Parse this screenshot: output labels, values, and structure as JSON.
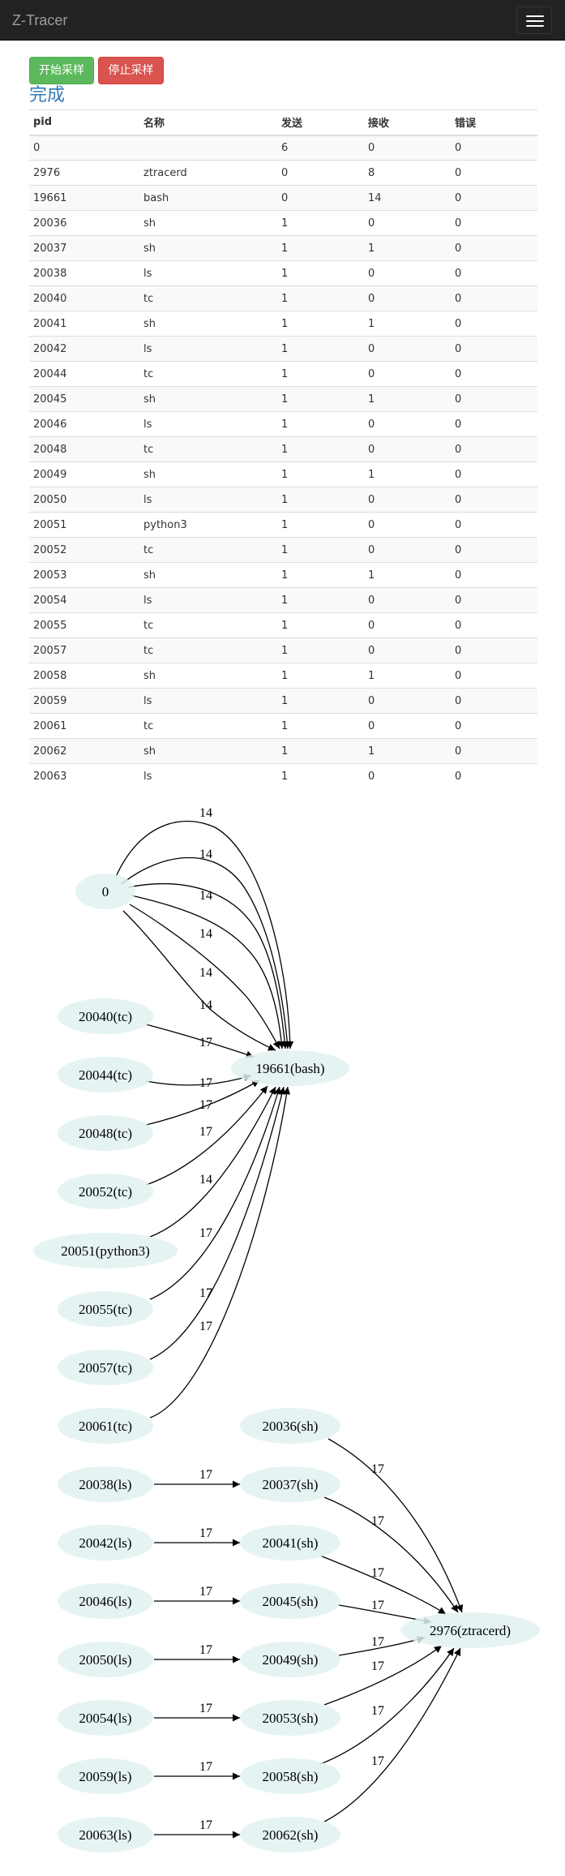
{
  "app": {
    "title": "Z-Tracer",
    "menu_icon": "hamburger-menu-icon"
  },
  "controls": {
    "start_label": "开始采样",
    "stop_label": "停止采样"
  },
  "status": {
    "text": "完成"
  },
  "table": {
    "headers": [
      "pid",
      "名称",
      "发送",
      "接收",
      "错误"
    ],
    "rows": [
      [
        "0",
        "",
        "6",
        "0",
        "0"
      ],
      [
        "2976",
        "ztracerd",
        "0",
        "8",
        "0"
      ],
      [
        "19661",
        "bash",
        "0",
        "14",
        "0"
      ],
      [
        "20036",
        "sh",
        "1",
        "0",
        "0"
      ],
      [
        "20037",
        "sh",
        "1",
        "1",
        "0"
      ],
      [
        "20038",
        "ls",
        "1",
        "0",
        "0"
      ],
      [
        "20040",
        "tc",
        "1",
        "0",
        "0"
      ],
      [
        "20041",
        "sh",
        "1",
        "1",
        "0"
      ],
      [
        "20042",
        "ls",
        "1",
        "0",
        "0"
      ],
      [
        "20044",
        "tc",
        "1",
        "0",
        "0"
      ],
      [
        "20045",
        "sh",
        "1",
        "1",
        "0"
      ],
      [
        "20046",
        "ls",
        "1",
        "0",
        "0"
      ],
      [
        "20048",
        "tc",
        "1",
        "0",
        "0"
      ],
      [
        "20049",
        "sh",
        "1",
        "1",
        "0"
      ],
      [
        "20050",
        "ls",
        "1",
        "0",
        "0"
      ],
      [
        "20051",
        "python3",
        "1",
        "0",
        "0"
      ],
      [
        "20052",
        "tc",
        "1",
        "0",
        "0"
      ],
      [
        "20053",
        "sh",
        "1",
        "1",
        "0"
      ],
      [
        "20054",
        "ls",
        "1",
        "0",
        "0"
      ],
      [
        "20055",
        "tc",
        "1",
        "0",
        "0"
      ],
      [
        "20057",
        "tc",
        "1",
        "0",
        "0"
      ],
      [
        "20058",
        "sh",
        "1",
        "1",
        "0"
      ],
      [
        "20059",
        "ls",
        "1",
        "0",
        "0"
      ],
      [
        "20061",
        "tc",
        "1",
        "0",
        "0"
      ],
      [
        "20062",
        "sh",
        "1",
        "1",
        "0"
      ],
      [
        "20063",
        "ls",
        "1",
        "0",
        "0"
      ]
    ]
  },
  "graph": {
    "nodes": [
      "0",
      "19661(bash)",
      "20040(tc)",
      "20044(tc)",
      "20048(tc)",
      "20052(tc)",
      "20051(python3)",
      "20055(tc)",
      "20057(tc)",
      "20061(tc)",
      "20036(sh)",
      "20038(ls)",
      "20037(sh)",
      "20042(ls)",
      "20041(sh)",
      "20046(ls)",
      "20045(sh)",
      "20050(ls)",
      "20049(sh)",
      "2976(ztracerd)",
      "20054(ls)",
      "20053(sh)",
      "20059(ls)",
      "20058(sh)",
      "20063(ls)",
      "20062(sh)"
    ],
    "edges": [
      {
        "from": "0",
        "to": "19661(bash)",
        "label": "14"
      },
      {
        "from": "0",
        "to": "19661(bash)",
        "label": "14"
      },
      {
        "from": "0",
        "to": "19661(bash)",
        "label": "14"
      },
      {
        "from": "0",
        "to": "19661(bash)",
        "label": "14"
      },
      {
        "from": "0",
        "to": "19661(bash)",
        "label": "14"
      },
      {
        "from": "0",
        "to": "19661(bash)",
        "label": "14"
      },
      {
        "from": "20040(tc)",
        "to": "19661(bash)",
        "label": "17"
      },
      {
        "from": "20044(tc)",
        "to": "19661(bash)",
        "label": "17"
      },
      {
        "from": "20048(tc)",
        "to": "19661(bash)",
        "label": "17"
      },
      {
        "from": "20052(tc)",
        "to": "19661(bash)",
        "label": "17"
      },
      {
        "from": "20051(python3)",
        "to": "19661(bash)",
        "label": "14"
      },
      {
        "from": "20055(tc)",
        "to": "19661(bash)",
        "label": "17"
      },
      {
        "from": "20057(tc)",
        "to": "19661(bash)",
        "label": "17"
      },
      {
        "from": "20061(tc)",
        "to": "19661(bash)",
        "label": "17"
      },
      {
        "from": "20036(sh)",
        "to": "2976(ztracerd)",
        "label": "17"
      },
      {
        "from": "20038(ls)",
        "to": "20037(sh)",
        "label": "17"
      },
      {
        "from": "20037(sh)",
        "to": "2976(ztracerd)",
        "label": "17"
      },
      {
        "from": "20042(ls)",
        "to": "20041(sh)",
        "label": "17"
      },
      {
        "from": "20041(sh)",
        "to": "2976(ztracerd)",
        "label": "17"
      },
      {
        "from": "20046(ls)",
        "to": "20045(sh)",
        "label": "17"
      },
      {
        "from": "20045(sh)",
        "to": "2976(ztracerd)",
        "label": "17"
      },
      {
        "from": "20050(ls)",
        "to": "20049(sh)",
        "label": "17"
      },
      {
        "from": "20049(sh)",
        "to": "2976(ztracerd)",
        "label": "17"
      },
      {
        "from": "20054(ls)",
        "to": "20053(sh)",
        "label": "17"
      },
      {
        "from": "20053(sh)",
        "to": "2976(ztracerd)",
        "label": "17"
      },
      {
        "from": "20059(ls)",
        "to": "20058(sh)",
        "label": "17"
      },
      {
        "from": "20058(sh)",
        "to": "2976(ztracerd)",
        "label": "17"
      },
      {
        "from": "20063(ls)",
        "to": "20062(sh)",
        "label": "17"
      },
      {
        "from": "20062(sh)",
        "to": "2976(ztracerd)",
        "label": "17"
      }
    ]
  }
}
